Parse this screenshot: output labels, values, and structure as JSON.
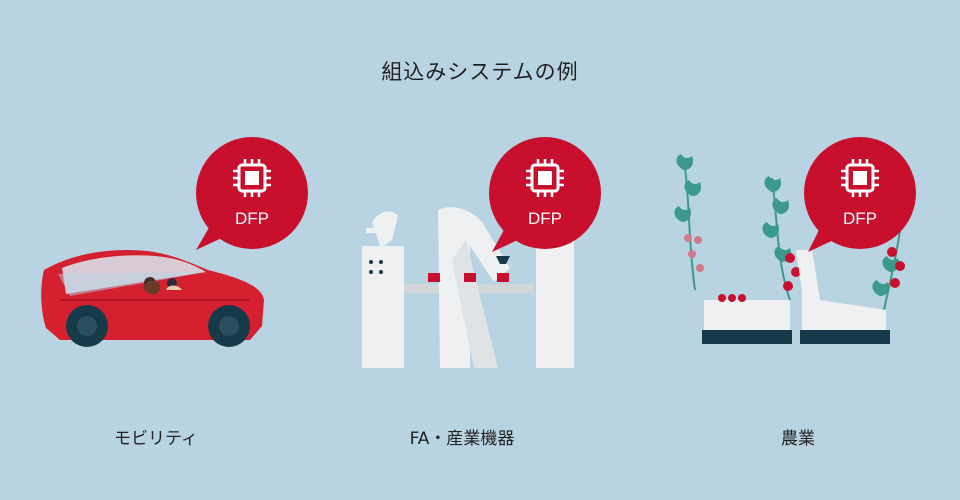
{
  "title": "組込みシステムの例",
  "examples": [
    {
      "label": "モビリティ",
      "chip_label": "DFP",
      "icon": "cpu-chip-icon"
    },
    {
      "label": "FA・産業機器",
      "chip_label": "DFP",
      "icon": "cpu-chip-icon"
    },
    {
      "label": "農業",
      "chip_label": "DFP",
      "icon": "cpu-chip-icon"
    }
  ],
  "colors": {
    "background": "#b8d4e3",
    "accent": "#c8102e",
    "machine": "#eef0f1",
    "dark": "#163a4a"
  }
}
